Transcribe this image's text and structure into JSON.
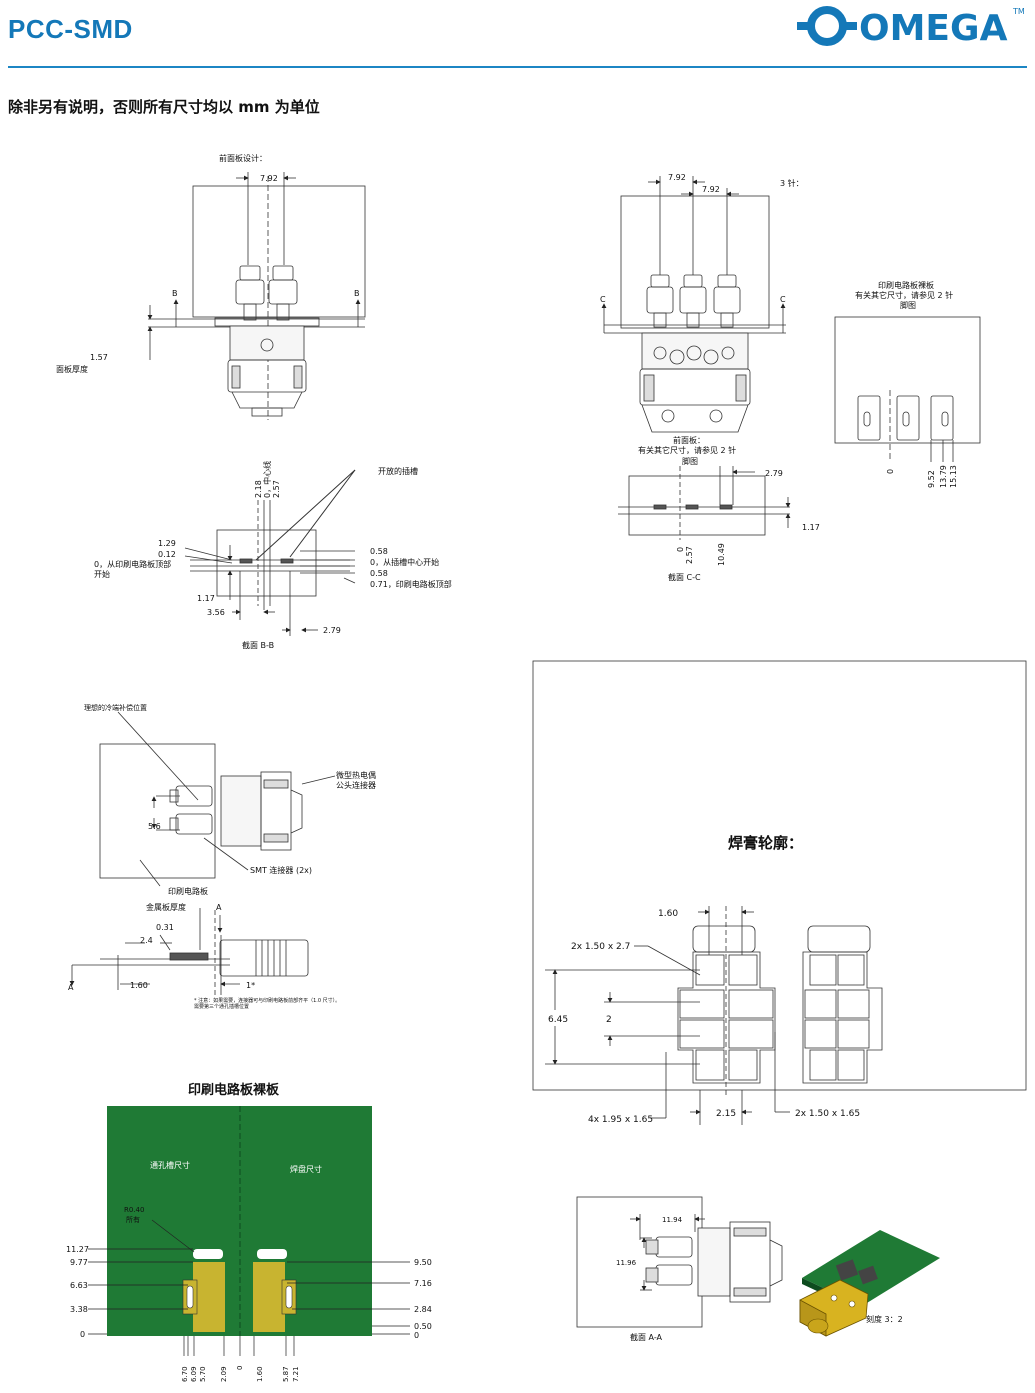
{
  "header": {
    "title": "PCC-SMD",
    "logo_text": "OMEGA",
    "logo_tm": "TM"
  },
  "subtitle": "除非另有说明，否则所有尺寸均以 mm 为单位",
  "front_panel": {
    "title": "前面板设计：",
    "dim_top": "7.92",
    "sec_mark": "B",
    "thickness_value": "1.57",
    "thickness_label": "面板厚度"
  },
  "three_pin": {
    "note": "3 针：",
    "dim_a": "7.92",
    "dim_b": "7.92",
    "sec_mark": "C",
    "caption_1": "前面板：",
    "caption_2": "有关其它尺寸，请参见 2 针",
    "caption_3": "脚图"
  },
  "pcb_small": {
    "caption_1": "印刷电路板裸板",
    "caption_2": "有关其它尺寸，请参见 2 针",
    "caption_3": "脚图",
    "dims": [
      "0",
      "9.52",
      "13.79",
      "15.13"
    ]
  },
  "section_bb": {
    "open_slot": "开放的插槽",
    "top_dims": [
      "2.18",
      "0，中心线",
      "2.57"
    ],
    "left_dims": [
      "1.29",
      "0.12"
    ],
    "left_origin_1": "0，从印刷电路板顶部",
    "left_origin_2": "开始",
    "left_117": "1.17",
    "right_dims": [
      "0.58",
      "0，从插槽中心开始",
      "0.58",
      "0.71，印刷电路板顶部"
    ],
    "bottom_356": "3.56",
    "bottom_279": "2.79",
    "caption": "截面 B-B"
  },
  "section_cc": {
    "dim_279": "2.79",
    "dim_117": "1.17",
    "bottom_dims": [
      "0",
      "2.57",
      "10.49"
    ],
    "caption": "截面 C-C"
  },
  "cjc": {
    "title": "理想的冷端补偿位置",
    "dim_56": "5.6",
    "mini_tc": "微型热电偶",
    "mini_tc_2": "公头连接器",
    "smt": "SMT 连接器 (2x)",
    "pcb": "印刷电路板",
    "metal": "金属板厚度",
    "sec_mark": "A",
    "dim_031": "0.31",
    "dim_24": "2.4",
    "dim_160": "1.60",
    "dim_1star": "1*",
    "footnote_1": "* 注意：如果需要，连接器可与印刷电路板前部齐平（1.0 尺寸）。",
    "footnote_2": "需要第三个通孔插槽位置"
  },
  "solder": {
    "title": "焊膏轮廓：",
    "d160": "1.60",
    "d2x150x27": "2x 1.50 x 2.7",
    "d645": "6.45",
    "d2": "2",
    "d4x195": "4x 1.95 x 1.65",
    "d215": "2.15",
    "d2x150x165": "2x 1.50 x 1.65"
  },
  "pcb_bare": {
    "title": "印刷电路板裸板",
    "left_label": "通孔槽尺寸",
    "right_label": "焊盘尺寸",
    "radius_1": "R0.40",
    "radius_2": "所有",
    "left_dims": [
      "11.27",
      "9.77",
      "6.63",
      "3.38",
      "0"
    ],
    "right_dims": [
      "9.50",
      "7.16",
      "2.84",
      "0.50",
      "0"
    ],
    "bottom_dims": [
      "6.70",
      "6.09",
      "5.70",
      "2.09",
      "0",
      "1.60",
      "5.87",
      "7.21"
    ]
  },
  "section_aa": {
    "d1194w": "11.94",
    "d1196h": "11.96",
    "caption": "截面 A-A",
    "scale": "刻度 3：2"
  },
  "colors": {
    "brand": "#1478b8",
    "rule": "#1c86c4",
    "pcb_green": "#1f7a35",
    "pad_gold": "#c8b430",
    "connector_yellow": "#d8b320"
  }
}
